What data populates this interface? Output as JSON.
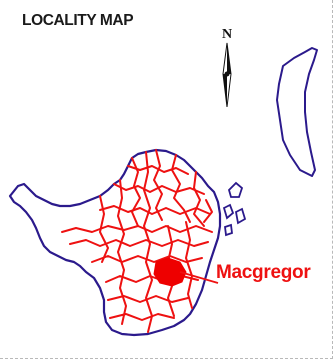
{
  "map": {
    "title": "LOCALITY MAP",
    "north_label": "N",
    "highlight_label": "Macgregor",
    "colors": {
      "coastline": "#2b1a8c",
      "boundaries": "#ee1111",
      "highlight": "#ee0000",
      "title": "#1a1a1a",
      "frame": "#b9b9b9"
    },
    "icons": [
      "north-arrow-icon"
    ]
  }
}
